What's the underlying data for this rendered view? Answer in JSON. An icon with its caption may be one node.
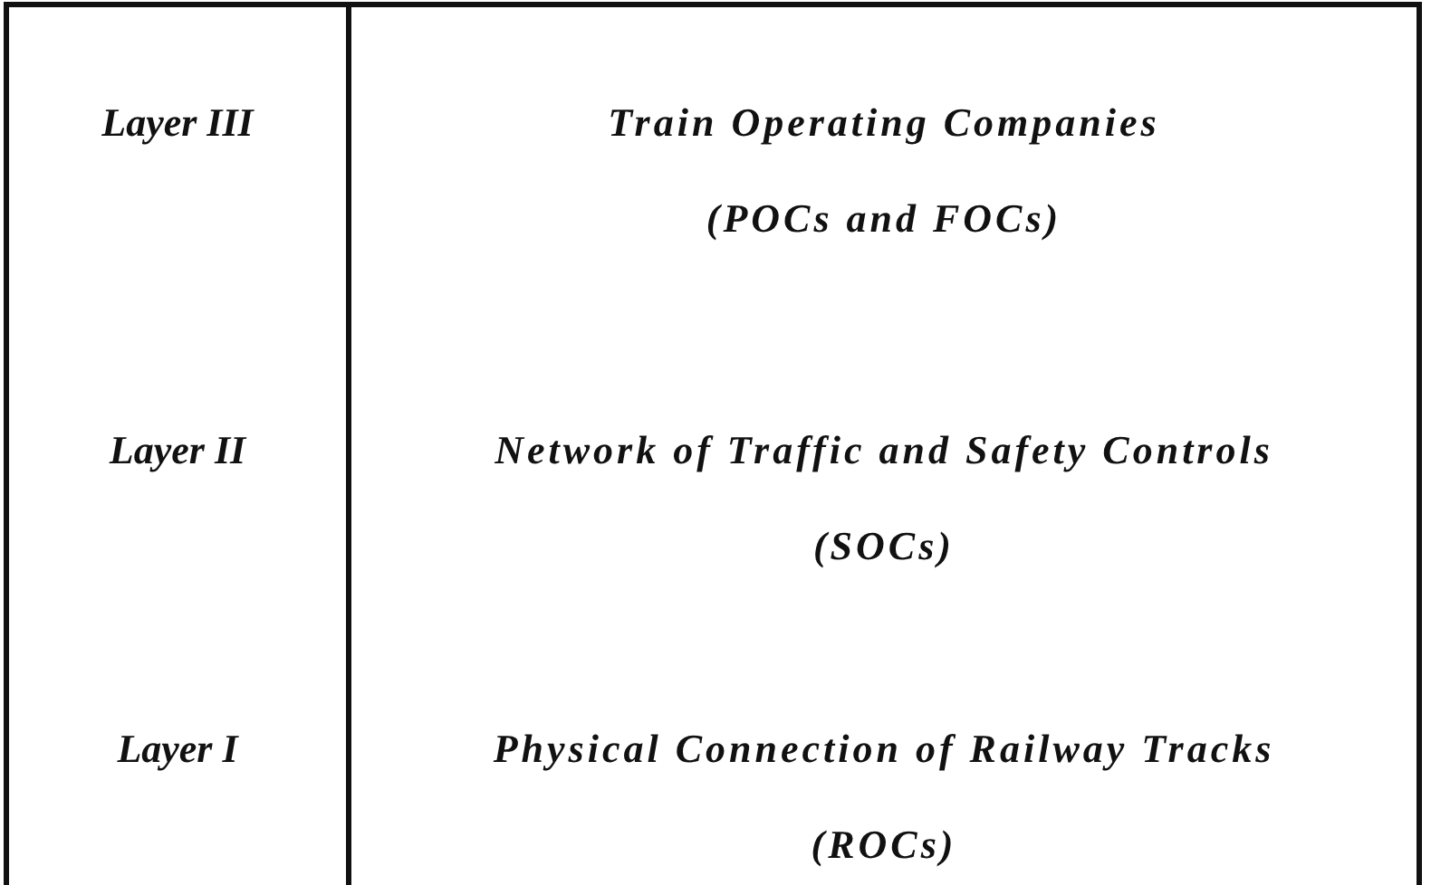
{
  "diagram": {
    "labels": [
      "Layer III",
      "Train Operating Companies",
      "(POCs and FOCs)",
      "Layer II",
      "Network of Traffic and Safety Controls",
      "(SOCs)",
      "Layer I",
      "Physical Connection of Railway Tracks",
      "(ROCs)"
    ]
  }
}
